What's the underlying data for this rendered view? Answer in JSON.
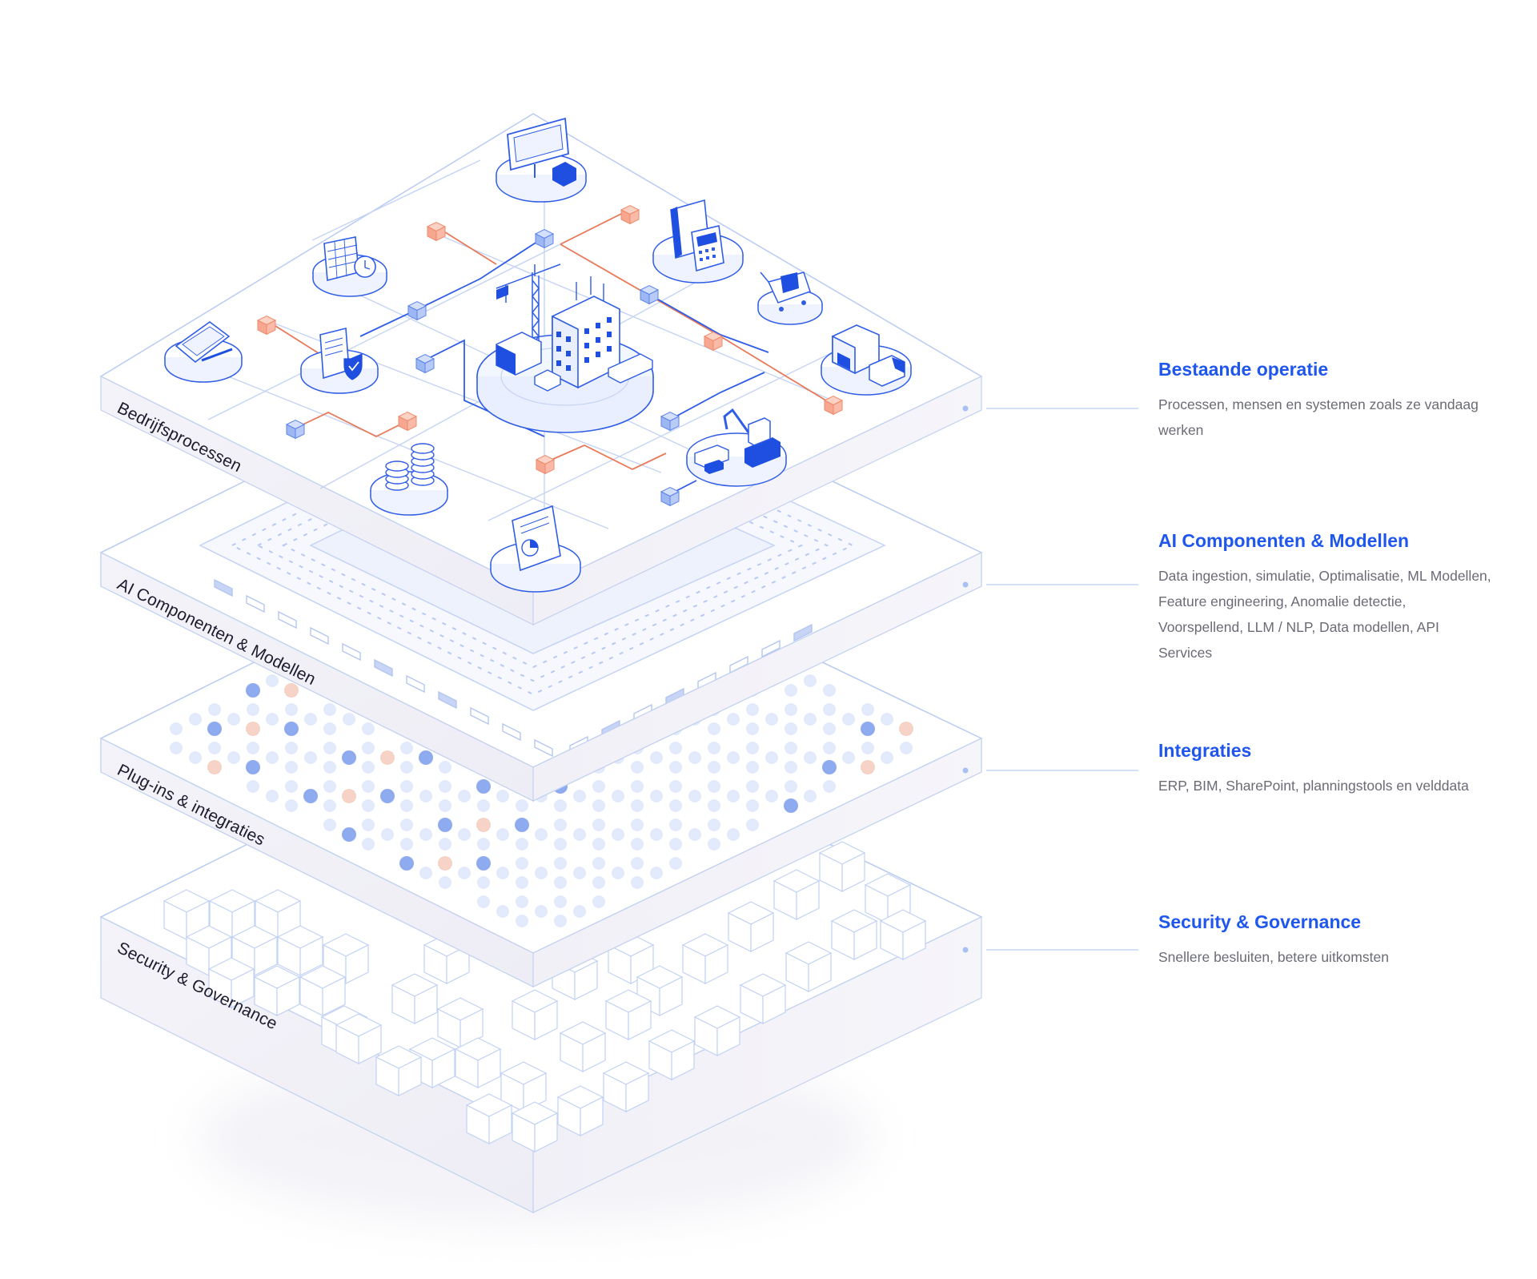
{
  "layers": [
    {
      "side_label": "Bedrijfsprocessen",
      "title": "Bestaande operatie",
      "description": "Processen, mensen en systemen zoals ze vandaag werken"
    },
    {
      "side_label": "AI Componenten & Modellen",
      "title": "AI Componenten & Modellen",
      "description": "Data ingestion, simulatie, Optimalisatie, ML Modellen, Feature engineering, Anomalie detectie, Voorspellend, LLM / NLP, Data modellen, API Services"
    },
    {
      "side_label": "Plug-ins & integraties",
      "title": "Integraties",
      "description": "ERP, BIM, SharePoint, planningstools en velddata"
    },
    {
      "side_label": "Security & Governance",
      "title": "Security & Governance",
      "description": "Snellere besluiten, betere uitkomsten"
    }
  ],
  "colors": {
    "accent_blue": "#1f56ee",
    "line_blue": "#a9c0f2",
    "node_orange": "#f7a68f",
    "slab_side": "#f3f2f8",
    "slab_top": "#ffffff"
  },
  "icons": [
    "monitor-icon",
    "calendar-clock-icon",
    "document-calculator-icon",
    "tablet-blueprint-icon",
    "document-shield-icon",
    "construction-site-icon",
    "shopping-cart-icon",
    "warehouse-truck-icon",
    "coin-stacks-icon",
    "excavator-icon",
    "report-chart-icon"
  ]
}
